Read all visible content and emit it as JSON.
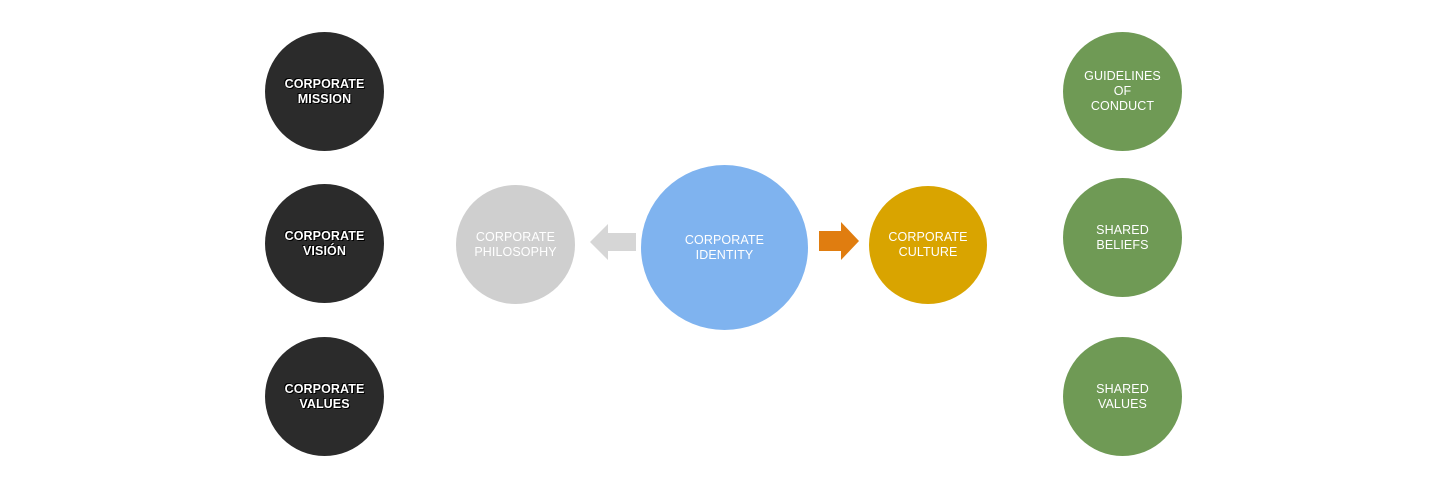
{
  "diagram": {
    "left_column": [
      {
        "id": "mission",
        "label": "CORPORATE\nMISSION"
      },
      {
        "id": "vision",
        "label": "CORPORATE\nVISIÓN"
      },
      {
        "id": "values",
        "label": "CORPORATE\nVALUES"
      }
    ],
    "philosophy": {
      "label": "CORPORATE\nPHILOSOPHY"
    },
    "identity": {
      "label": "CORPORATE\nIDENTITY"
    },
    "culture": {
      "label": "CORPORATE\nCULTURE"
    },
    "right_column": [
      {
        "id": "conduct",
        "label": "GUIDELINES\nOF\nCONDUCT"
      },
      {
        "id": "beliefs",
        "label": "SHARED\nBELIEFS"
      },
      {
        "id": "shared-values",
        "label": "SHARED\nVALUES"
      }
    ],
    "colors": {
      "dark": "#2b2b2b",
      "philosophy": "#cfcfcf",
      "identity": "#7fb3ef",
      "culture": "#d9a400",
      "green": "#6f9a55",
      "arrow_left": "#d6d6d6",
      "arrow_right": "#e07d10"
    }
  }
}
